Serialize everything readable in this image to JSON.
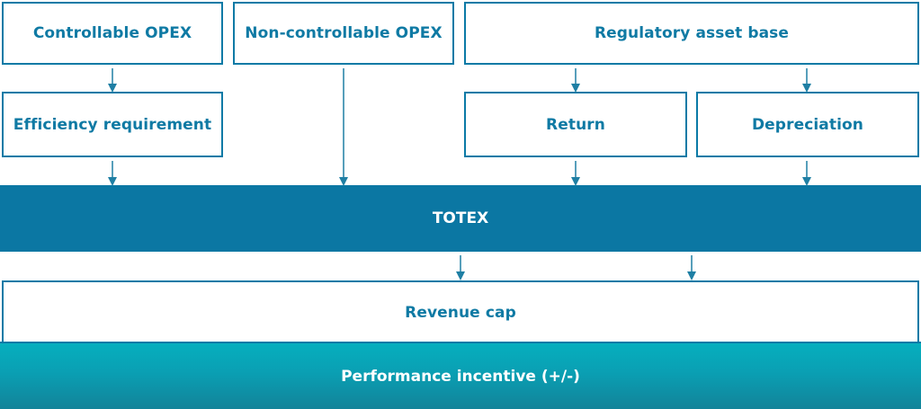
{
  "diagram": {
    "boxes": {
      "controllable_opex": "Controllable OPEX",
      "non_controllable_opex": "Non-controllable OPEX",
      "regulatory_asset_base": "Regulatory asset base",
      "efficiency_requirement": "Efficiency requirement",
      "return": "Return",
      "depreciation": "Depreciation",
      "totex": "TOTEX",
      "revenue_cap": "Revenue cap",
      "performance_incentive": "Performance incentive (+/-)"
    },
    "colors": {
      "border": "#0a7aa6",
      "text": "#0f7aa4",
      "totex_fill": "#0b77a3",
      "incentive_fill": "#0a9fb3",
      "arrow": "#1f7fa4"
    },
    "connections": [
      {
        "from": "controllable_opex",
        "to": "efficiency_requirement"
      },
      {
        "from": "non_controllable_opex",
        "to": "totex"
      },
      {
        "from": "regulatory_asset_base",
        "to": "return"
      },
      {
        "from": "regulatory_asset_base",
        "to": "depreciation"
      },
      {
        "from": "efficiency_requirement",
        "to": "totex"
      },
      {
        "from": "return",
        "to": "totex"
      },
      {
        "from": "depreciation",
        "to": "totex"
      },
      {
        "from": "totex",
        "to": "revenue_cap"
      },
      {
        "from": "totex",
        "to": "revenue_cap"
      }
    ]
  }
}
